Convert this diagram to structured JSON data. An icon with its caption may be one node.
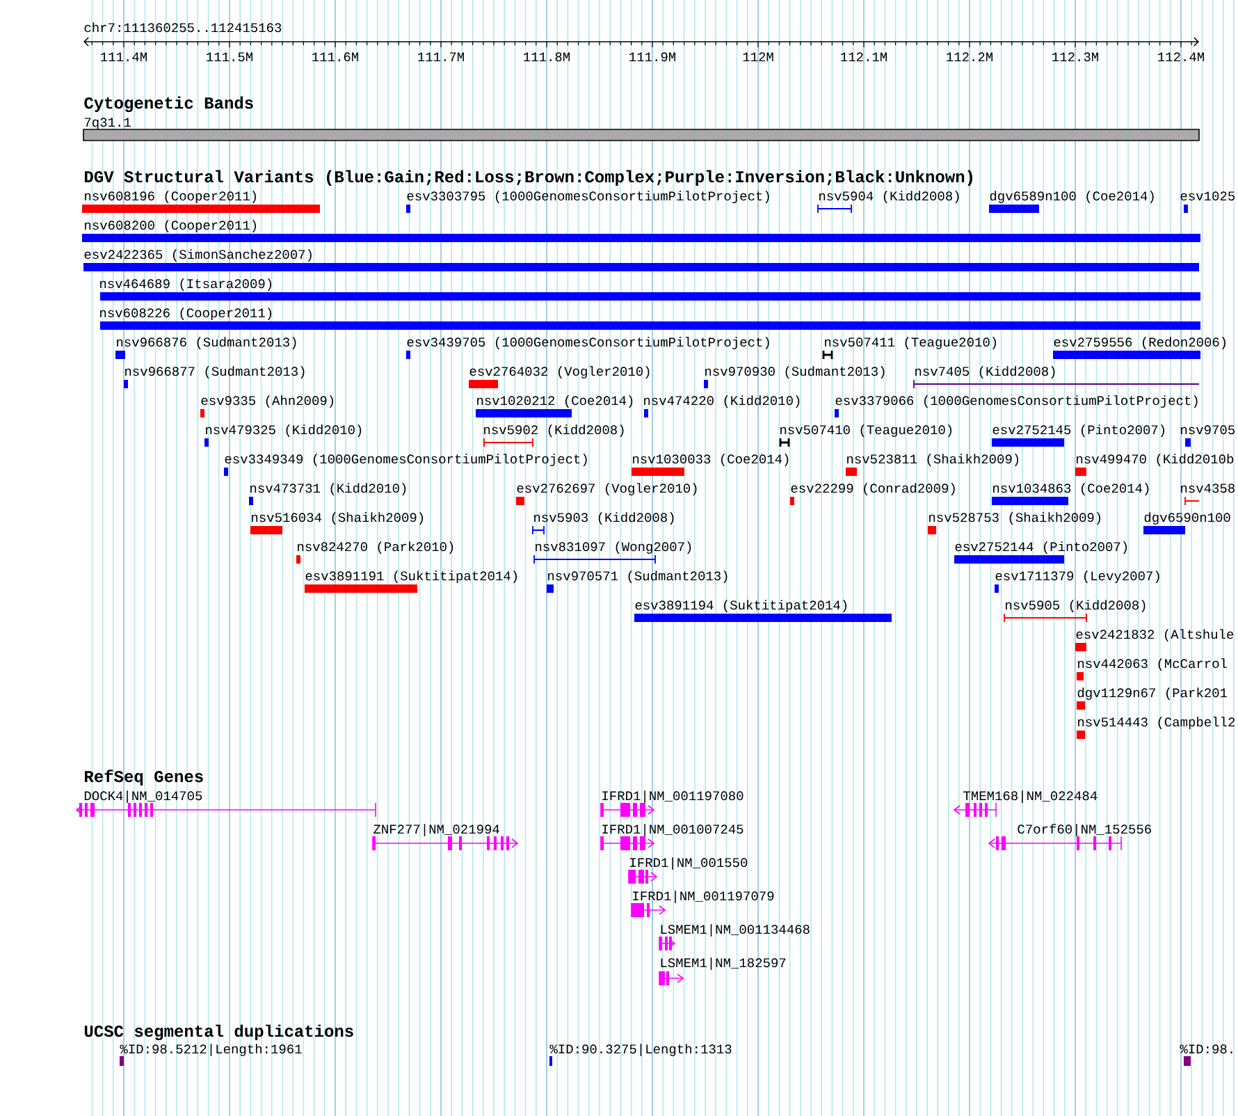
{
  "diagram": {
    "labels": [
      "chr7:111360255..112415163",
      "111.4M",
      "111.5M",
      "111.6M",
      "111.7M",
      "111.8M",
      "111.9M",
      "112M",
      "112.1M",
      "112.2M",
      "112.3M",
      "112.4M",
      "Cytogenetic Bands",
      "7q31.1",
      "DGV Structural Variants (Blue:Gain;Red:Loss;Brown:Complex;Purple:Inversion;Black:Unknown)",
      "nsv608196 (Cooper2011)",
      "esv3303795 (1000GenomesConsortiumPilotProject)",
      "nsv5904 (Kidd2008)",
      "dgv6589n100 (Coe2014)",
      "esv1025",
      "nsv608200 (Cooper2011)",
      "esv2422365 (SimonSanchez2007)",
      "nsv464689 (Itsara2009)",
      "nsv608226 (Cooper2011)",
      "nsv966876 (Sudmant2013)",
      "esv3439705 (1000GenomesConsortiumPilotProject)",
      "nsv507411 (Teague2010)",
      "esv2759556 (Redon2006)",
      "nsv966877 (Sudmant2013)",
      "esv2764032 (Vogler2010)",
      "nsv970930 (Sudmant2013)",
      "nsv7405 (Kidd2008)",
      "esv9335 (Ahn2009)",
      "nsv1020212 (Coe2014)",
      "nsv474220 (Kidd2010)",
      "esv3379066 (1000GenomesConsortiumPilotProject)",
      "nsv479325 (Kidd2010)",
      "nsv5902 (Kidd2008)",
      "nsv507410 (Teague2010)",
      "esv2752145 (Pinto2007)",
      "nsv9705",
      "esv3349349 (1000GenomesConsortiumPilotProject)",
      "nsv1030033 (Coe2014)",
      "nsv523811 (Shaikh2009)",
      "nsv499470 (Kidd2010b",
      "nsv473731 (Kidd2010)",
      "esv2762697 (Vogler2010)",
      "esv22299 (Conrad2009)",
      "nsv1034863 (Coe2014)",
      "nsv4358",
      "nsv516034 (Shaikh2009)",
      "nsv5903 (Kidd2008)",
      "nsv528753 (Shaikh2009)",
      "dgv6590n100",
      "nsv824270 (Park2010)",
      "nsv831097 (Wong2007)",
      "esv2752144 (Pinto2007)",
      "esv3891191 (Suktitipat2014)",
      "nsv970571 (Sudmant2013)",
      "esv1711379 (Levy2007)",
      "esv3891194 (Suktitipat2014)",
      "nsv5905 (Kidd2008)",
      "esv2421832 (Altshule",
      "nsv442063 (McCarrol",
      "dgv1129n67 (Park201",
      "nsv514443 (Campbell2",
      "RefSeq Genes",
      "DOCK4|NM_014705",
      "IFRD1|NM_001197080",
      "TMEM168|NM_022484",
      "ZNF277|NM_021994",
      "IFRD1|NM_001007245",
      "C7orf60|NM_152556",
      "IFRD1|NM_001550",
      "IFRD1|NM_001197079",
      "LSMEM1|NM_001134468",
      "LSMEM1|NM_182597",
      "UCSC segmental duplications",
      "%ID:98.5212|Length:1961",
      "%ID:90.3275|Length:1313",
      "%ID:98."
    ]
  }
}
